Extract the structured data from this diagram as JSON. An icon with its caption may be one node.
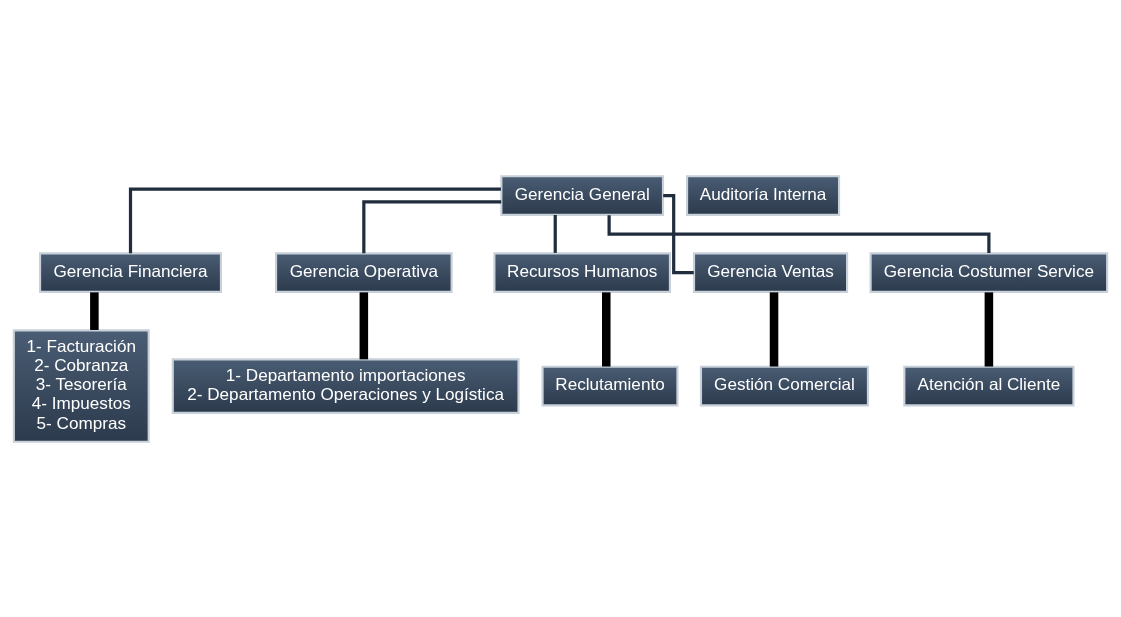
{
  "diagram": {
    "nodes": [
      {
        "text": [
          "Gerencia General"
        ]
      },
      {
        "text": [
          "Auditoría Interna"
        ]
      },
      {
        "text": [
          "Gerencia Financiera"
        ]
      },
      {
        "text": [
          "Gerencia Operativa"
        ]
      },
      {
        "text": [
          "Recursos Humanos"
        ]
      },
      {
        "text": [
          "Gerencia Ventas"
        ]
      },
      {
        "text": [
          "Gerencia Costumer Service"
        ]
      },
      {
        "text": [
          "1- Facturación",
          "2- Cobranza",
          "3- Tesorería",
          "4- Impuestos",
          "5- Compras"
        ]
      },
      {
        "text": [
          "1- Departamento importaciones",
          "2- Departamento Operaciones y Logística"
        ]
      },
      {
        "text": [
          "Reclutamiento"
        ]
      },
      {
        "text": [
          "Gestión Comercial"
        ]
      },
      {
        "text": [
          "Atención al Cliente"
        ]
      }
    ],
    "edges": [
      {
        "from": 0,
        "to": 2,
        "arrow": "none"
      },
      {
        "from": 0,
        "to": 3,
        "arrow": "none"
      },
      {
        "from": 0,
        "to": 4,
        "arrow": "none"
      },
      {
        "from": 0,
        "to": 5,
        "arrow": "none"
      },
      {
        "from": 0,
        "to": 6,
        "arrow": "none"
      },
      {
        "from": 2,
        "to": 7,
        "arrow": "none",
        "style": "thick",
        "color": "#000000"
      },
      {
        "from": 3,
        "to": 8,
        "arrow": "none",
        "style": "thick",
        "color": "#000000"
      },
      {
        "from": 4,
        "to": 9,
        "arrow": "none",
        "style": "thick",
        "color": "#000000"
      },
      {
        "from": 5,
        "to": 10,
        "arrow": "none",
        "style": "thick",
        "color": "#000000"
      },
      {
        "from": 6,
        "to": 11,
        "arrow": "none",
        "style": "thick",
        "color": "#000000"
      }
    ]
  }
}
